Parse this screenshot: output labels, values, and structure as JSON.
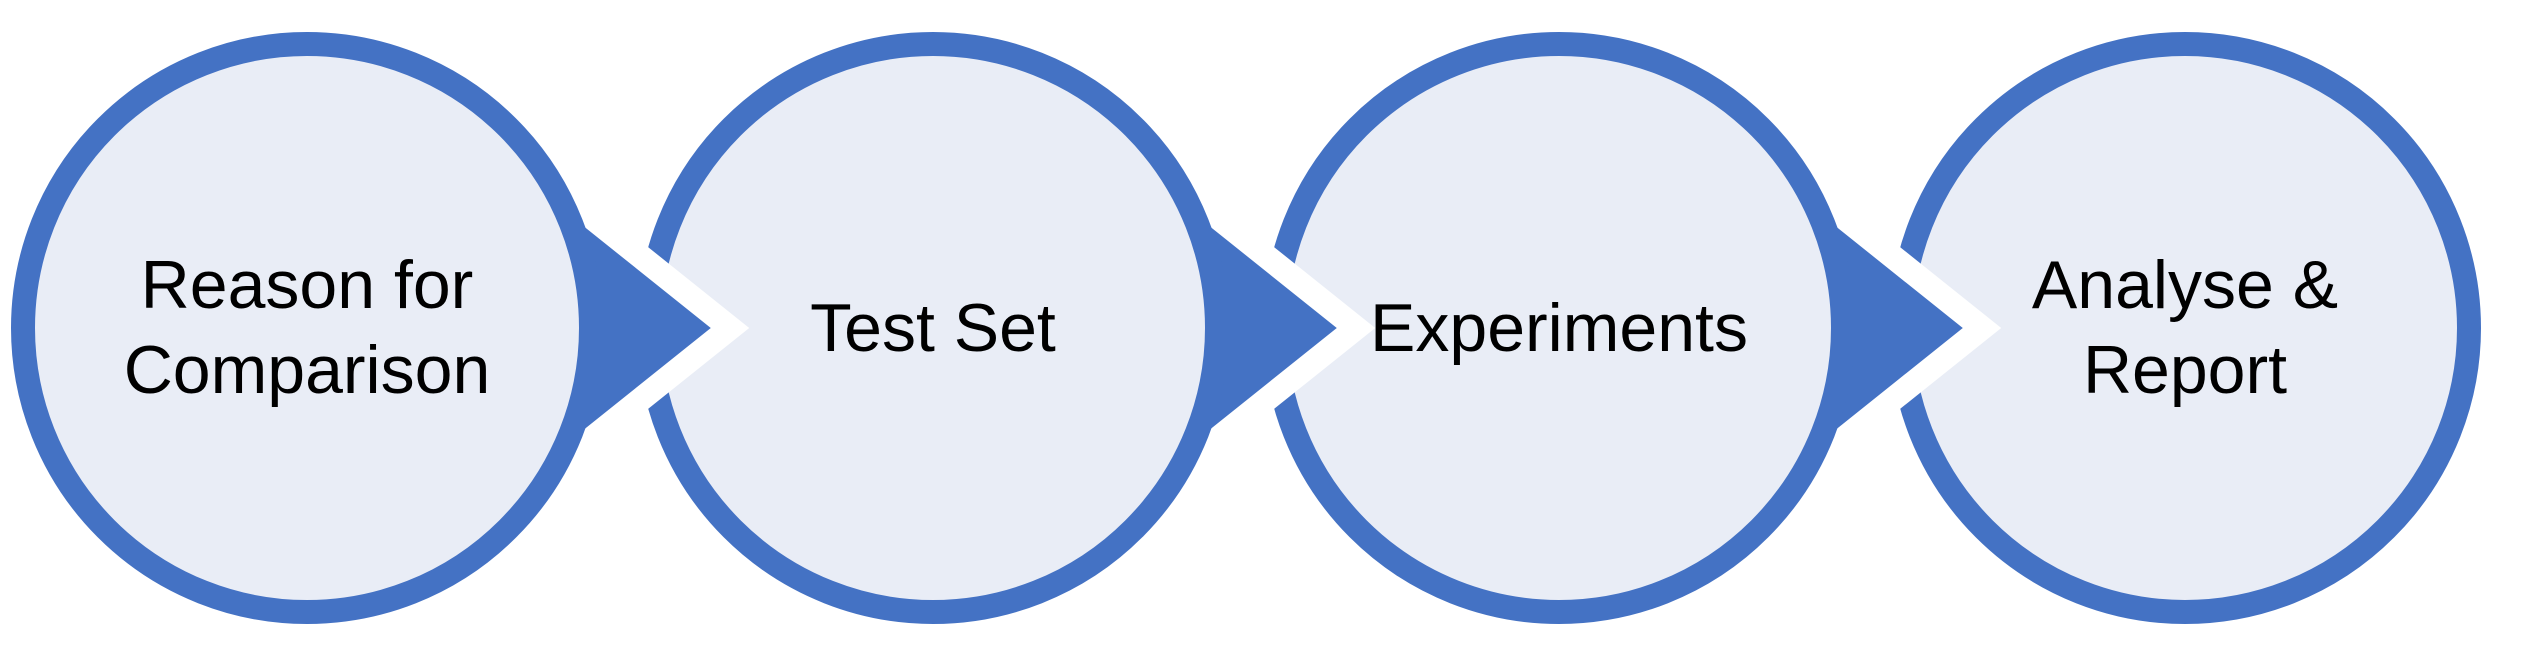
{
  "diagram": {
    "title": "Process flow diagram",
    "kind": "circle-arrow-process",
    "background_color": "#ffffff",
    "accent_color": "#4472C4",
    "circle_fill_color": "#E9EDF6",
    "connector_gap_color": "#ffffff",
    "text_color": "#000000",
    "steps": [
      {
        "label": "Reason for\nComparison"
      },
      {
        "label": "Test Set"
      },
      {
        "label": "Experiments"
      },
      {
        "label": "Analyse &\nReport"
      }
    ],
    "connector": "arrow-right"
  }
}
